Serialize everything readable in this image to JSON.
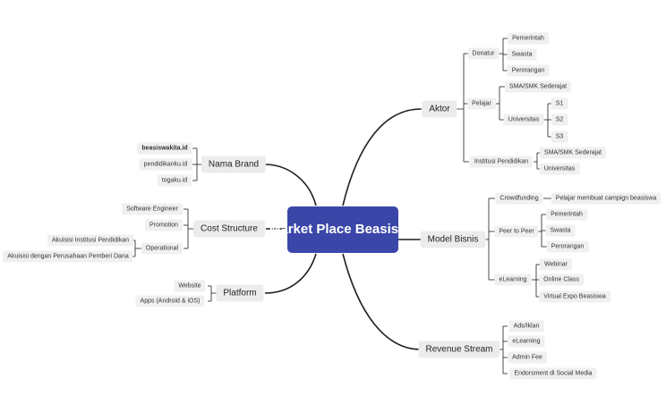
{
  "central": "Market Place Beasiswa",
  "nodes": {
    "aktor": "Aktor",
    "donatur": "Donatur",
    "pemerintah": "Pemerintah",
    "swasta": "Swasta",
    "perorangan": "Perorangan",
    "pelajar": "Pelajar",
    "sma": "SMA/SMK Sederajat",
    "universitas": "Universitas",
    "s1": "S1",
    "s2": "S2",
    "s3": "S3",
    "institusi": "Institusi Pendidikan",
    "inst_sma": "SMA/SMK Sederajat",
    "inst_univ": "Universitas",
    "model_bisnis": "Model Bisnis",
    "crowdfunding": "Crowdfunding",
    "crowd_desc": "Pelajar membuat campign beasiswa",
    "peer": "Peer to Peer",
    "peer_pemerintah": "Pemerintah",
    "peer_swasta": "Swasta",
    "peer_perorangan": "Perorangan",
    "elearning": "eLearning",
    "webinar": "Webinar",
    "online_class": "Online Class",
    "virtual_expo": "Virtual Expo Beasiswa",
    "revenue": "Revenue Stream",
    "ads": "Ads/Iklan",
    "rev_elearning": "eLearning",
    "admin_fee": "Admin Fee",
    "endorsment": "Endorsment di Social Media",
    "nama_brand": "Nama Brand",
    "brand1": "beasiswakita.id",
    "brand2": "pendidikanku.id",
    "brand3": "togaku.id",
    "cost": "Cost Structure",
    "software": "Software Engineer",
    "promotion": "Promotion",
    "operational": "Operational",
    "akuisisi1": "Akuisisi Institusi Pendidikan",
    "akuisisi2": "Akuisisi dengan Perusahaan Pemberi Dana",
    "platform": "Platform",
    "website": "Website",
    "apps": "Apps (Android & iOS)"
  },
  "colors": {
    "central_bg": "#3b47a8",
    "link": "#1f1f1f",
    "node_bg": "#ececec"
  }
}
